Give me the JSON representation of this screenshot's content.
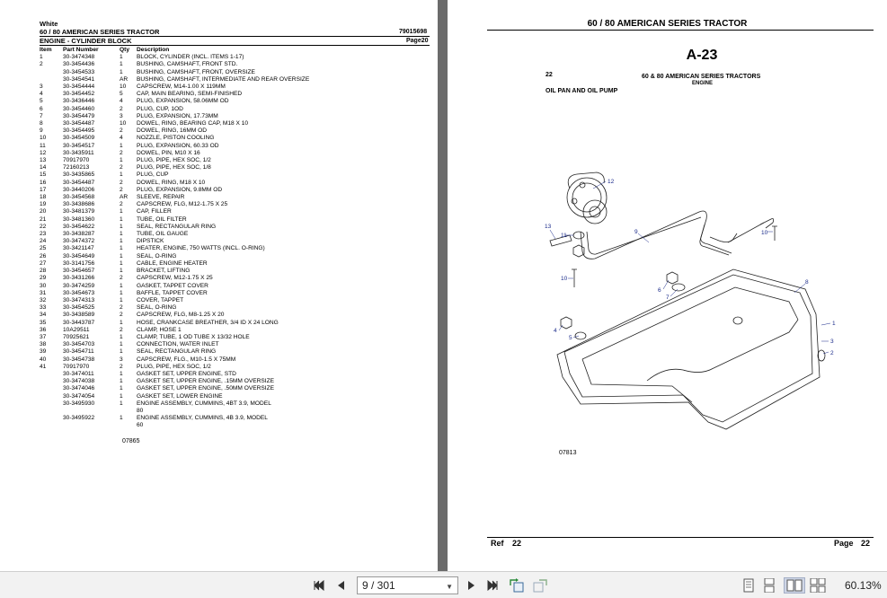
{
  "left_page": {
    "brand": "White",
    "title": "60 / 80 AMERICAN SERIES TRACTOR",
    "doc_number": "79015698",
    "section": "ENGINE - CYLINDER BLOCK",
    "page": "Page20",
    "columns": [
      "Item",
      "Part Number",
      "Qty",
      "Description"
    ],
    "rows": [
      [
        "1",
        "30-3474348",
        "1",
        "BLOCK, CYLINDER (INCL. ITEMS 1-17)"
      ],
      [
        "2",
        "30-3454436",
        "1",
        "BUSHING, CAMSHAFT, FRONT STD."
      ],
      [
        "",
        "30-3454533",
        "1",
        "BUSHING, CAMSHAFT, FRONT, OVERSIZE"
      ],
      [
        "",
        "30-3454541",
        "AR",
        "BUSHING, CAMSHAFT, INTERMEDIATE AND REAR OVERSIZE"
      ],
      [
        "3",
        "30-3454444",
        "10",
        "CAPSCREW, M14-1.00 X 119MM"
      ],
      [
        "4",
        "30-3454452",
        "5",
        "CAP, MAIN BEARING, SEMI-FINISHED"
      ],
      [
        "5",
        "30-3436446",
        "4",
        "PLUG, EXPANSION, 58.06MM OD"
      ],
      [
        "6",
        "30-3454460",
        "2",
        "PLUG, CUP, 1OD"
      ],
      [
        "7",
        "30-3454479",
        "3",
        "PLUG, EXPANSION, 17.73MM"
      ],
      [
        "8",
        "30-3454487",
        "10",
        "DOWEL, RING, BEARING CAP, M18 X 10"
      ],
      [
        "9",
        "30-3454495",
        "2",
        "DOWEL, RING, 16MM OD"
      ],
      [
        "10",
        "30-3454509",
        "4",
        "NOZZLE, PISTON COOLING"
      ],
      [
        "11",
        "30-3454517",
        "1",
        "PLUG, EXPANSION, 60.33 OD"
      ],
      [
        "12",
        "30-3435911",
        "2",
        "DOWEL, PIN, M10 X 16"
      ],
      [
        "13",
        "70917970",
        "1",
        "PLUG, PIPE, HEX SOC, 1/2"
      ],
      [
        "14",
        "72160213",
        "2",
        "PLUG, PIPE, HEX SOC, 1/8"
      ],
      [
        "15",
        "30-3435865",
        "1",
        "PLUG, CUP"
      ],
      [
        "16",
        "30-3454487",
        "2",
        "DOWEL, RING, M18 X 10"
      ],
      [
        "17",
        "30-3440206",
        "2",
        "PLUG, EXPANSION, 9.8MM OD"
      ],
      [
        "18",
        "30-3454568",
        "AR",
        "SLEEVE, REPAIR"
      ],
      [
        "19",
        "30-3438686",
        "2",
        "CAPSCREW, FLG, M12-1.75 X 25"
      ],
      [
        "20",
        "30-3481379",
        "1",
        "CAP, FILLER"
      ],
      [
        "21",
        "30-3481360",
        "1",
        "TUBE, OIL FILTER"
      ],
      [
        "22",
        "30-3454622",
        "1",
        "SEAL, RECTANGULAR RING"
      ],
      [
        "23",
        "30-3438287",
        "1",
        "TUBE, OIL GAUGE"
      ],
      [
        "24",
        "30-3474372",
        "1",
        "DIPSTICK"
      ],
      [
        "25",
        "30-3421147",
        "1",
        "HEATER, ENGINE, 750 WATTS (INCL. O-RING)"
      ],
      [
        "26",
        "30-3454649",
        "1",
        "SEAL, O-RING"
      ],
      [
        "27",
        "30-3141756",
        "1",
        "CABLE, ENGINE HEATER"
      ],
      [
        "28",
        "30-3454657",
        "1",
        "BRACKET, LIFTING"
      ],
      [
        "29",
        "30-3431266",
        "2",
        "CAPSCREW, M12-1.75 X 25"
      ],
      [
        "30",
        "30-3474259",
        "1",
        "GASKET, TAPPET COVER"
      ],
      [
        "31",
        "30-3454673",
        "1",
        "BAFFLE, TAPPET COVER"
      ],
      [
        "32",
        "30-3474313",
        "1",
        "COVER, TAPPET"
      ],
      [
        "33",
        "30-3454525",
        "2",
        "SEAL, O-RING"
      ],
      [
        "34",
        "30-3438589",
        "2",
        "CAPSCREW, FLG, M8-1.25 X 20"
      ],
      [
        "35",
        "30-3443787",
        "1",
        "HOSE, CRANKCASE BREATHER, 3/4 ID X 24 LONG"
      ],
      [
        "36",
        "10A29511",
        "2",
        "CLAMP, HOSE 1"
      ],
      [
        "37",
        "70925621",
        "1",
        "CLAMP, TUBE, 1 OD TUBE X 13/32 HOLE"
      ],
      [
        "38",
        "30-3454703",
        "1",
        "CONNECTION, WATER INLET"
      ],
      [
        "39",
        "30-3454711",
        "1",
        "SEAL, RECTANGULAR RING"
      ],
      [
        "40",
        "30-3454738",
        "3",
        "CAPSCREW, FLG., M10-1.5 X 75MM"
      ],
      [
        "41",
        "70917970",
        "2",
        "PLUG, PIPE, HEX SOC, 1/2"
      ],
      [
        "",
        "30-3474011",
        "1",
        "GASKET SET, UPPER ENGINE, STD"
      ],
      [
        "",
        "30-3474038",
        "1",
        "GASKET SET, UPPER ENGINE, .15MM OVERSIZE"
      ],
      [
        "",
        "30-3474046",
        "1",
        "GASKET SET, UPPER ENGINE, .50MM OVERSIZE"
      ],
      [
        "",
        "30-3474054",
        "1",
        "GASKET SET, LOWER ENGINE"
      ],
      [
        "",
        "30-3495930",
        "1",
        "ENGINE ASSEMBLY, CUMMINS, 4BT 3.9, MODEL"
      ],
      [
        "",
        "",
        "",
        "80"
      ],
      [
        "",
        "30-3495922",
        "1",
        "ENGINE ASSEMBLY, CUMMINS, 4B 3.9, MODEL"
      ],
      [
        "",
        "",
        "",
        "60"
      ]
    ],
    "footer_code": "07865"
  },
  "right_page": {
    "title": "60 / 80 AMERICAN SERIES TRACTOR",
    "figure_id": "A-23",
    "ref_number": "22",
    "series": "60 & 80 AMERICAN SERIES TRACTORS",
    "group": "ENGINE",
    "section": "OIL PAN AND OIL PUMP",
    "diagram_code": "07813",
    "callouts": [
      "12",
      "13",
      "9",
      "10",
      "11",
      "10",
      "6",
      "7",
      "8",
      "1",
      "4",
      "5",
      "3",
      "2"
    ],
    "footer_ref_label": "Ref",
    "footer_ref_value": "22",
    "footer_page_label": "Page",
    "footer_page_value": "22"
  },
  "toolbar": {
    "page_indicator": "9 / 301",
    "zoom": "60.13%",
    "icons": [
      "first-page-icon",
      "prev-page-icon",
      "next-page-icon",
      "last-page-icon",
      "rotate-back-icon",
      "rotate-forward-icon",
      "single-page-icon",
      "continuous-icon",
      "two-page-icon",
      "two-page-continuous-icon"
    ]
  }
}
